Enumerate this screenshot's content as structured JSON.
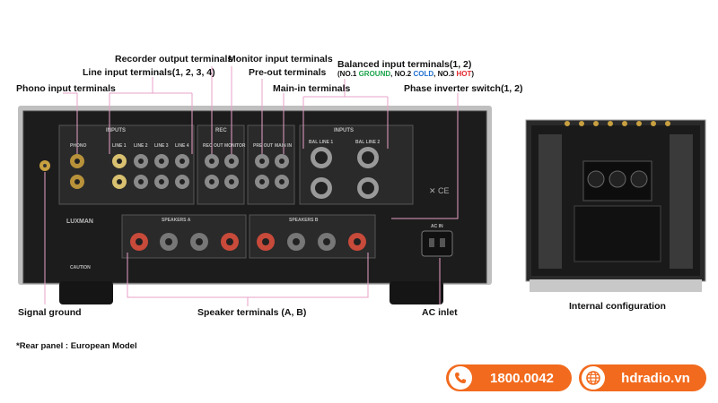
{
  "labels": {
    "recorder_output": "Recorder output terminals",
    "monitor_input": "Monitor input terminals",
    "line_input": "Line input terminals(1, 2, 3, 4)",
    "pre_out": "Pre-out terminals",
    "balanced_input": "Balanced input terminals(1, 2)",
    "pin_prefix": "(NO.1 ",
    "pin_ground": "GROUND",
    "pin_mid1": ", NO.2 ",
    "pin_cold": "COLD",
    "pin_mid2": ", NO.3 ",
    "pin_hot": "HOT",
    "pin_suffix": ")",
    "phono_input": "Phono input terminals",
    "main_in": "Main-in terminals",
    "phase_inverter": "Phase inverter switch(1, 2)",
    "signal_ground": "Signal ground",
    "speaker_terminals": "Speaker terminals (A, B)",
    "ac_inlet": "AC inlet",
    "internal_config": "Internal configuration"
  },
  "panel": {
    "inputs": "INPUTS",
    "rec": "REC",
    "inputs_bal": "INPUTS",
    "phono": "PHONO",
    "line1": "LINE 1",
    "line2": "LINE 2",
    "line3": "LINE 3",
    "line4": "LINE 4",
    "rec_out": "REC OUT",
    "monitor": "MONITOR",
    "pre_out": "PRE OUT",
    "main_in": "MAIN IN",
    "bal_line1": "BAL LINE 1",
    "bal_line2": "BAL LINE 2",
    "speakers_a": "SPEAKERS A",
    "speakers_b": "SPEAKERS B",
    "brand": "LUXMAN",
    "ac_in": "AC IN",
    "caution": "CAUTION"
  },
  "footnote": "*Rear panel : European Model",
  "contact": {
    "phone": "1800.0042",
    "website": "hdradio.vn"
  },
  "colors": {
    "accent": "#f26a1d",
    "leader": "#e8a0c8",
    "ground": "#1aa34a",
    "cold": "#1e6fd0",
    "hot": "#e0282d"
  }
}
